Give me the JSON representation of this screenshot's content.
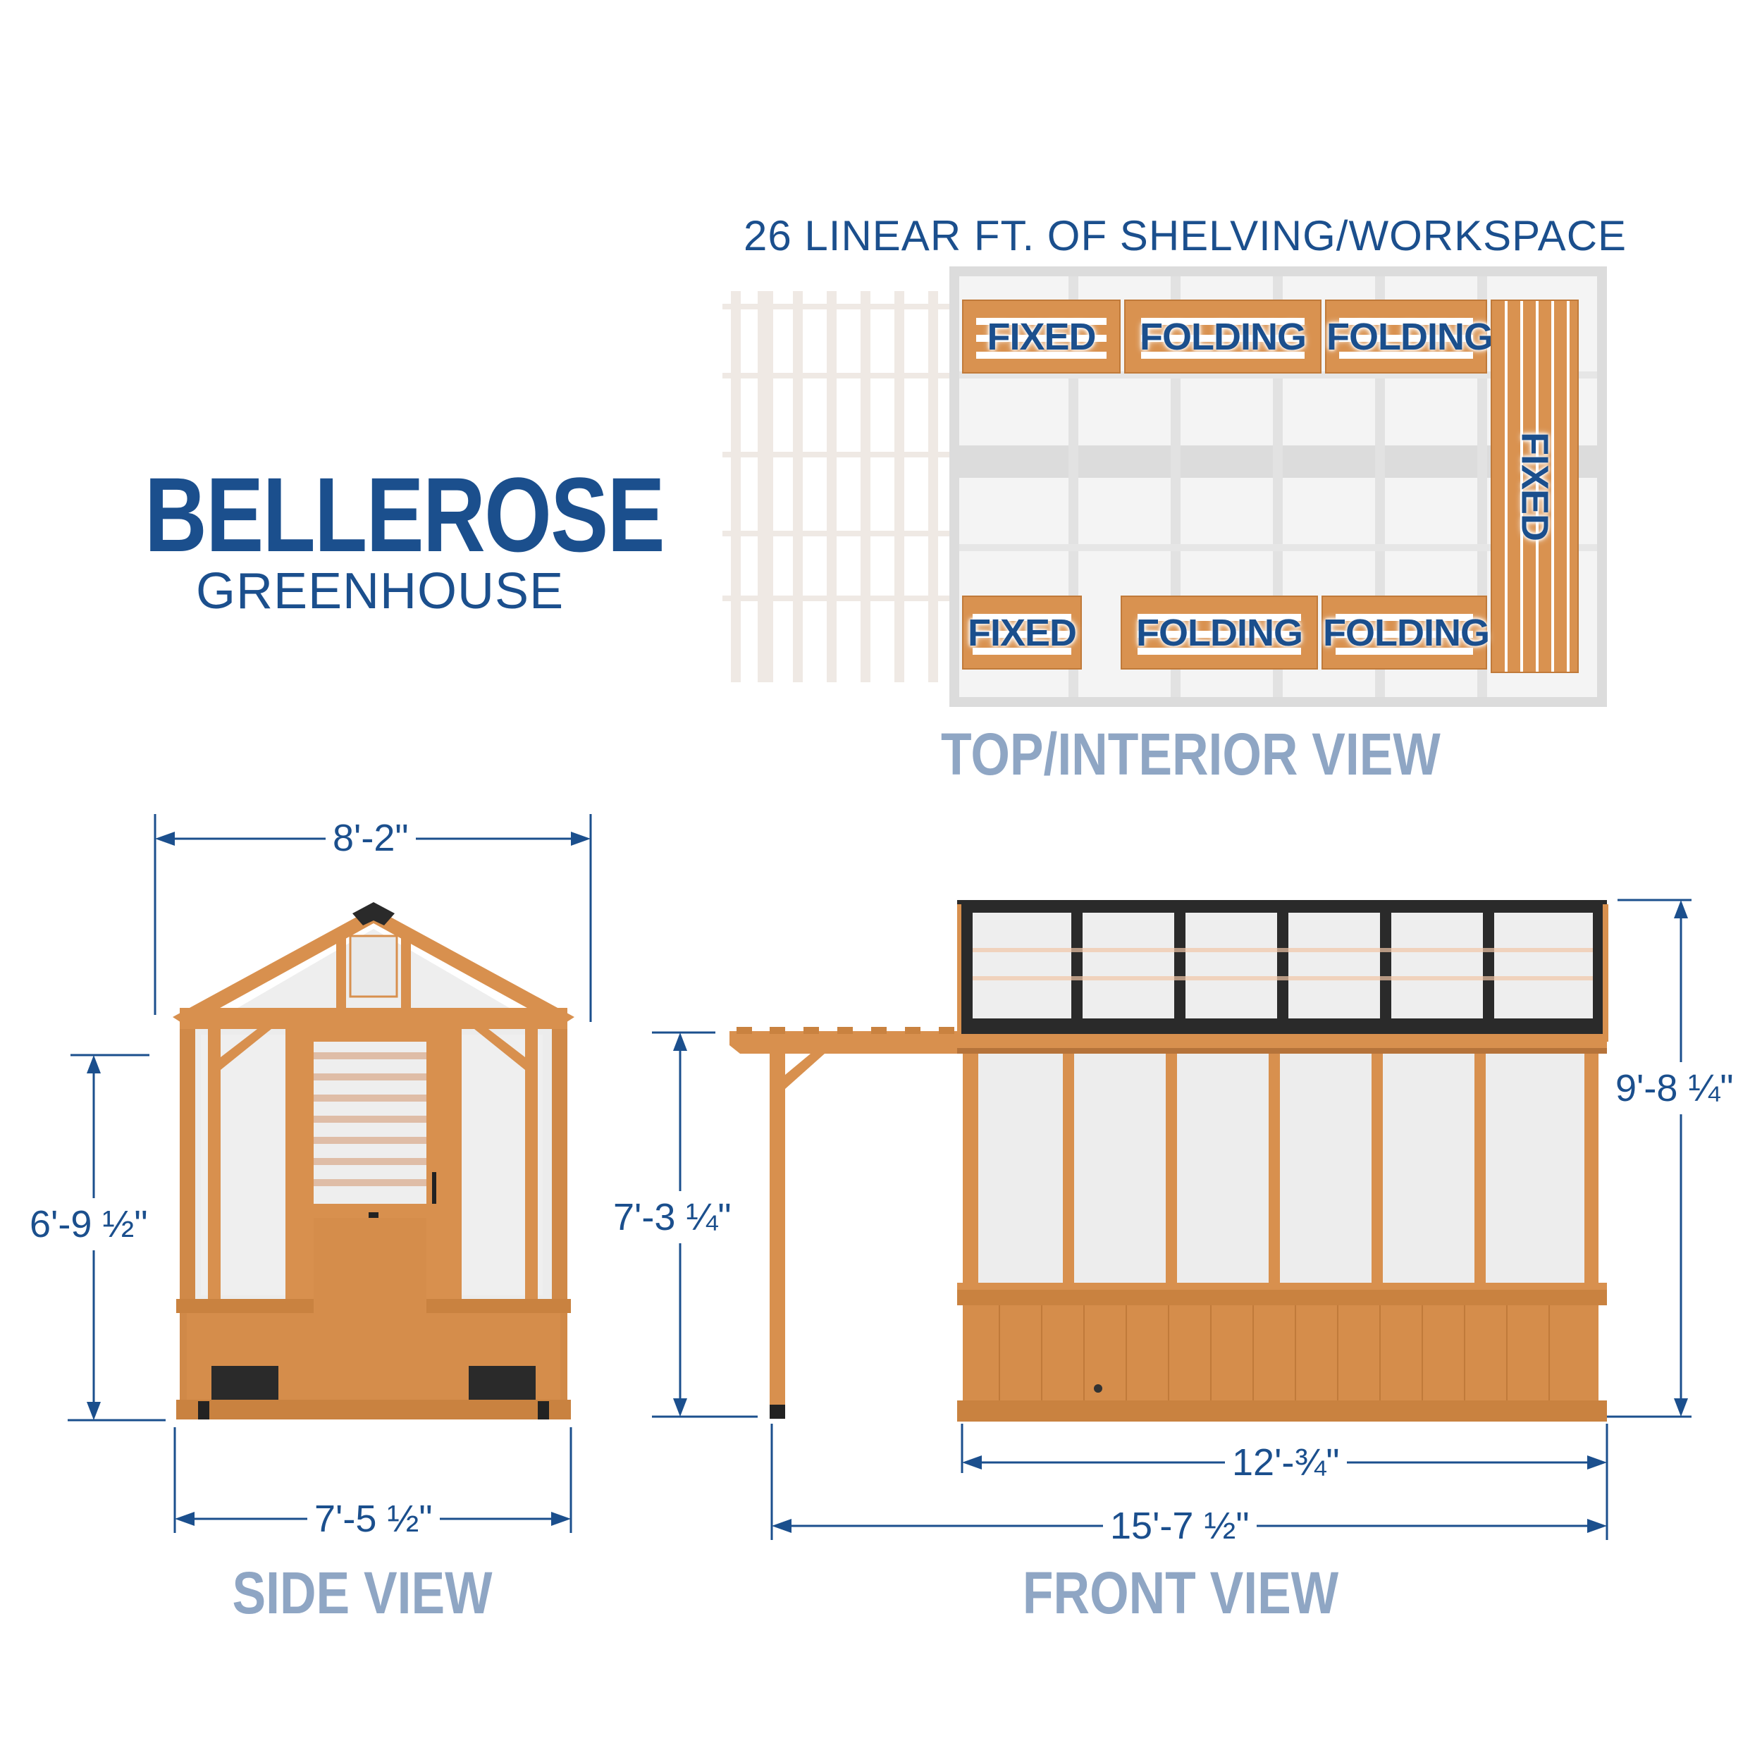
{
  "header": {
    "title": "BELLEROSE",
    "subtitle": "GREENHOUSE"
  },
  "top_view": {
    "caption": "26 LINEAR FT. OF SHELVING/WORKSPACE",
    "label": "TOP/INTERIOR VIEW",
    "shelves": [
      {
        "label": "FIXED",
        "position": "top-left"
      },
      {
        "label": "FOLDING",
        "position": "top-middle"
      },
      {
        "label": "FOLDING",
        "position": "top-right"
      },
      {
        "label": "FIXED",
        "position": "right-vertical"
      },
      {
        "label": "FIXED",
        "position": "bottom-left"
      },
      {
        "label": "FOLDING",
        "position": "bottom-middle"
      },
      {
        "label": "FOLDING",
        "position": "bottom-right"
      }
    ]
  },
  "side_view": {
    "label": "SIDE VIEW",
    "dimensions": {
      "overall_width": "8'-2\"",
      "wall_height": "6'-9 ½\"",
      "base_width": "7'-5 ½\""
    }
  },
  "front_view": {
    "label": "FRONT VIEW",
    "dimensions": {
      "pergola_height": "7'-3 ¼\"",
      "overall_height": "9'-8 ¼\"",
      "building_length": "12'-¾\"",
      "overall_length": "15'-7 ½\""
    }
  },
  "colors": {
    "brand_blue": "#1b4f8d",
    "label_gray_blue": "#8fa6c4",
    "wood": "#d8904e",
    "frame_gray": "#dcdcdc",
    "roof_black": "#2a2a2a"
  }
}
